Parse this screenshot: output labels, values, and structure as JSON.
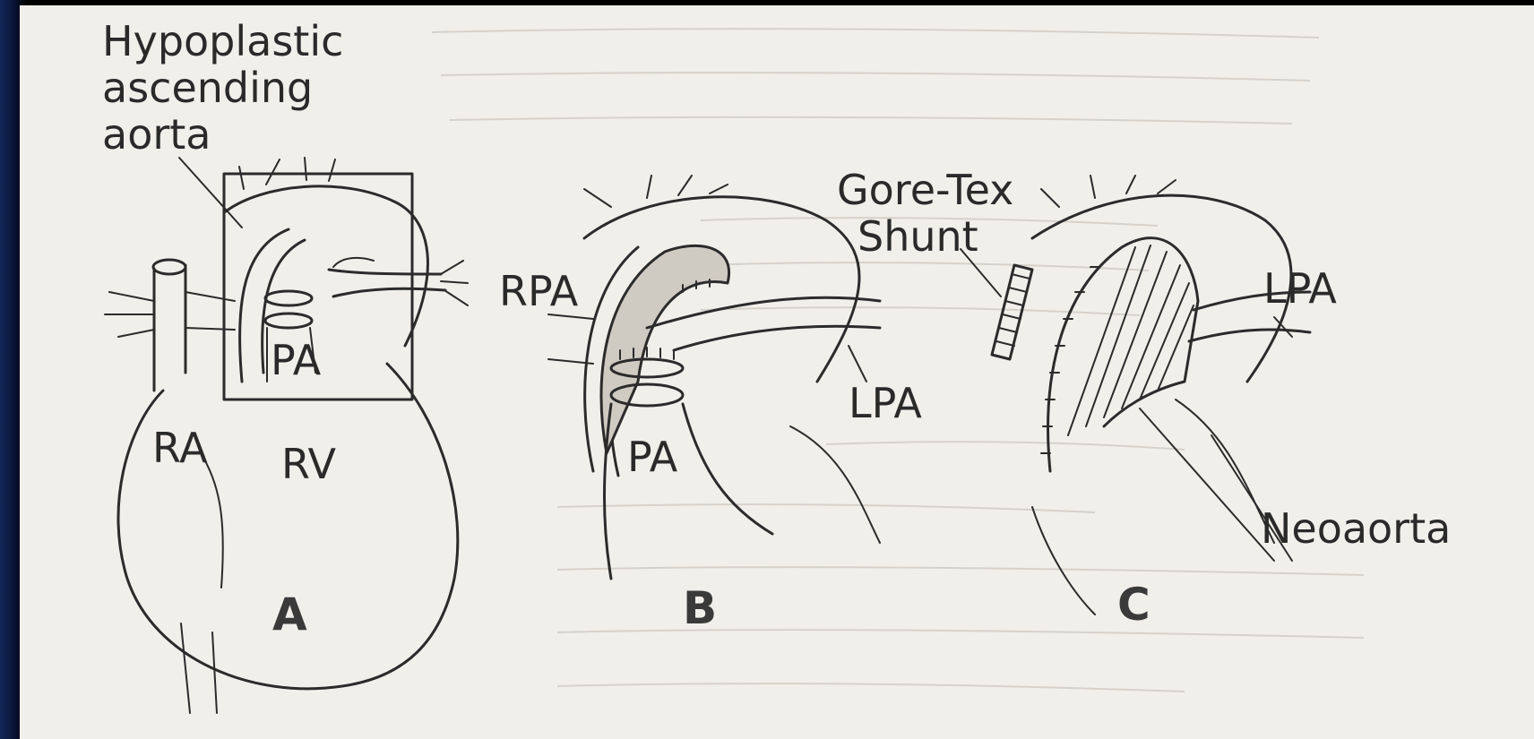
{
  "figure": {
    "panels": [
      {
        "letter": "A",
        "labels": {
          "callout_line1": "Hypoplastic",
          "callout_line2": "ascending",
          "callout_line3": "aorta",
          "pa": "PA",
          "ra": "RA",
          "rv": "RV"
        }
      },
      {
        "letter": "B",
        "labels": {
          "rpa": "RPA",
          "lpa": "LPA",
          "pa": "PA"
        }
      },
      {
        "letter": "C",
        "labels": {
          "shunt_line1": "Gore-Tex",
          "shunt_line2": "Shunt",
          "lpa": "LPA",
          "neoaorta": "Neoaorta"
        }
      }
    ]
  }
}
